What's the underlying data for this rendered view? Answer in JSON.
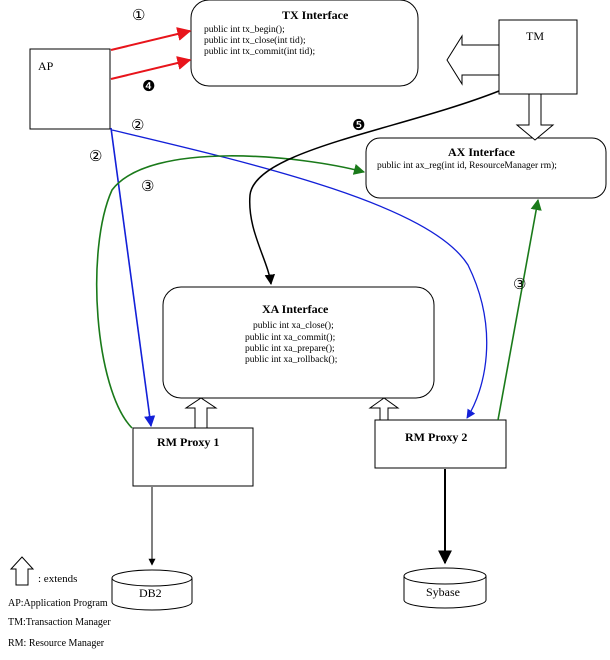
{
  "nodes": {
    "ap": {
      "label": "AP"
    },
    "tm": {
      "label": "TM"
    },
    "tx": {
      "title": "TX Interface",
      "lines": [
        "public int tx_begin();",
        "public int tx_close(int tid);",
        "public int tx_commit(int tid);"
      ]
    },
    "ax": {
      "title": "AX Interface",
      "lines": [
        "public int ax_reg(int id, ResourceManager rm);"
      ]
    },
    "xa": {
      "title": "XA Interface",
      "lines": [
        "public int xa_close();",
        "public int xa_commit();",
        "public int xa_prepare();",
        "public int xa_rollback();"
      ]
    },
    "rm1": {
      "label": "RM Proxy 1"
    },
    "rm2": {
      "label": "RM Proxy 2"
    },
    "db2": {
      "label": "DB2"
    },
    "sybase": {
      "label": "Sybase"
    }
  },
  "step_markers": {
    "m1": "①",
    "m2a": "②",
    "m2b": "②",
    "m3a": "③",
    "m3b": "③",
    "m4": "❹",
    "m5": "❺"
  },
  "legend": {
    "extends": ": extends",
    "ap": "AP:Application Program",
    "tm": "TM:Transaction Manager",
    "rm": "RM: Resource Manager"
  },
  "colors": {
    "red": "#e8141b",
    "blue": "#1320d8",
    "green": "#1a7a1a",
    "black": "#000000"
  }
}
